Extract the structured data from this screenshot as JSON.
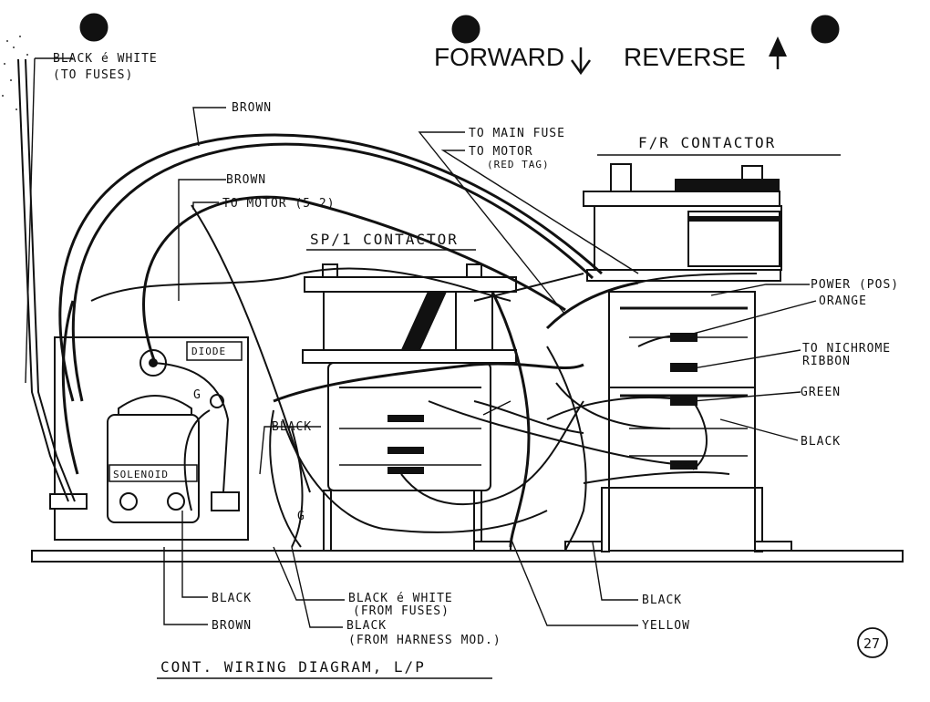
{
  "header": {
    "forward": "FORWARD",
    "reverse": "REVERSE"
  },
  "labels": {
    "black_white_to_fuses": "BLACK é WHITE",
    "black_white_to_fuses_sub": "(TO FUSES)",
    "brown_top": "BROWN",
    "brown_mid": "BROWN",
    "to_motor_52": "TO MOTOR (5-2)",
    "to_main_fuse": "TO MAIN FUSE",
    "to_motor": "TO MOTOR",
    "to_motor_sub": "(RED TAG)",
    "fr_contactor": "F/R CONTACTOR",
    "sp1_contactor": "SP/1 CONTACTOR",
    "power_pos": "POWER (POS)",
    "orange": "ORANGE",
    "to_nichrome": "TO NICHROME",
    "ribbon": "RIBBON",
    "green": "GREEN",
    "black_right": "BLACK",
    "black_center": "BLACK",
    "diode": "DIODE",
    "solenoid": "SOLENOID",
    "g_top": "G",
    "g_bottom": "G",
    "black_bottom_left": "BLACK",
    "brown_bottom_left": "BROWN",
    "black_white_from_fuses": "BLACK é WHITE",
    "black_white_from_fuses_sub": "(FROM FUSES)",
    "black_from_harness": "BLACK",
    "black_from_harness_sub": "(FROM HARNESS MOD.)",
    "black_bottom_right": "BLACK",
    "yellow": "YELLOW",
    "footer_title": "CONT. WIRING DIAGRAM, L/P",
    "page_number": "27"
  }
}
